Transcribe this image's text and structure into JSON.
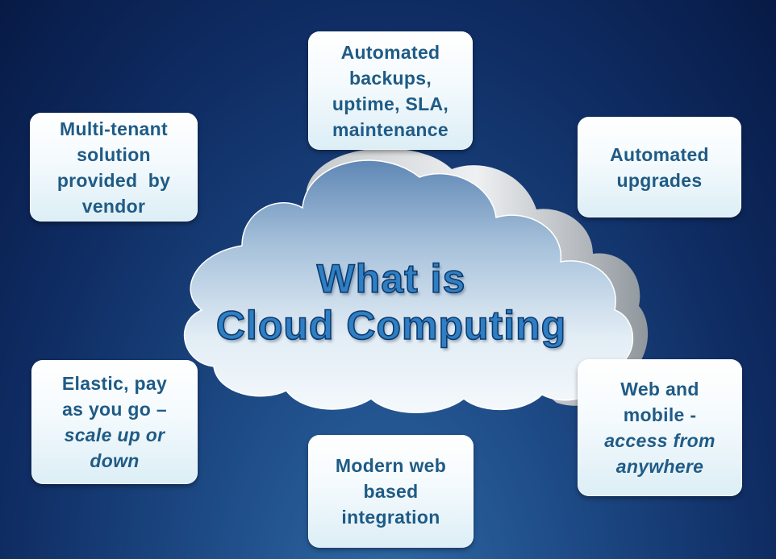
{
  "diagram": {
    "title_line1": "What is",
    "title_line2": "Cloud Computing",
    "cards": {
      "backups": [
        "Automated",
        "backups,",
        "uptime, SLA,",
        "maintenance"
      ],
      "multitenant": [
        "Multi-tenant",
        "solution",
        "provided  by",
        "vendor"
      ],
      "upgrades": [
        "Automated",
        "upgrades"
      ],
      "elastic": {
        "normal": [
          "Elastic, pay",
          "as you go –"
        ],
        "italic": [
          "scale up or",
          "down"
        ]
      },
      "web": {
        "normal": [
          "Web and",
          "mobile -"
        ],
        "italic": [
          "access from",
          "anywhere"
        ]
      },
      "modern": [
        "Modern web",
        "based",
        "integration"
      ]
    }
  },
  "colors": {
    "background_dark": "#071a45",
    "background_light": "#2f6aa6",
    "card_text": "#1f5b86",
    "title_fill": "#2e7fc4",
    "title_outline": "#0e3a6d"
  },
  "icons": {
    "central_graphic": "cloud-icon"
  }
}
